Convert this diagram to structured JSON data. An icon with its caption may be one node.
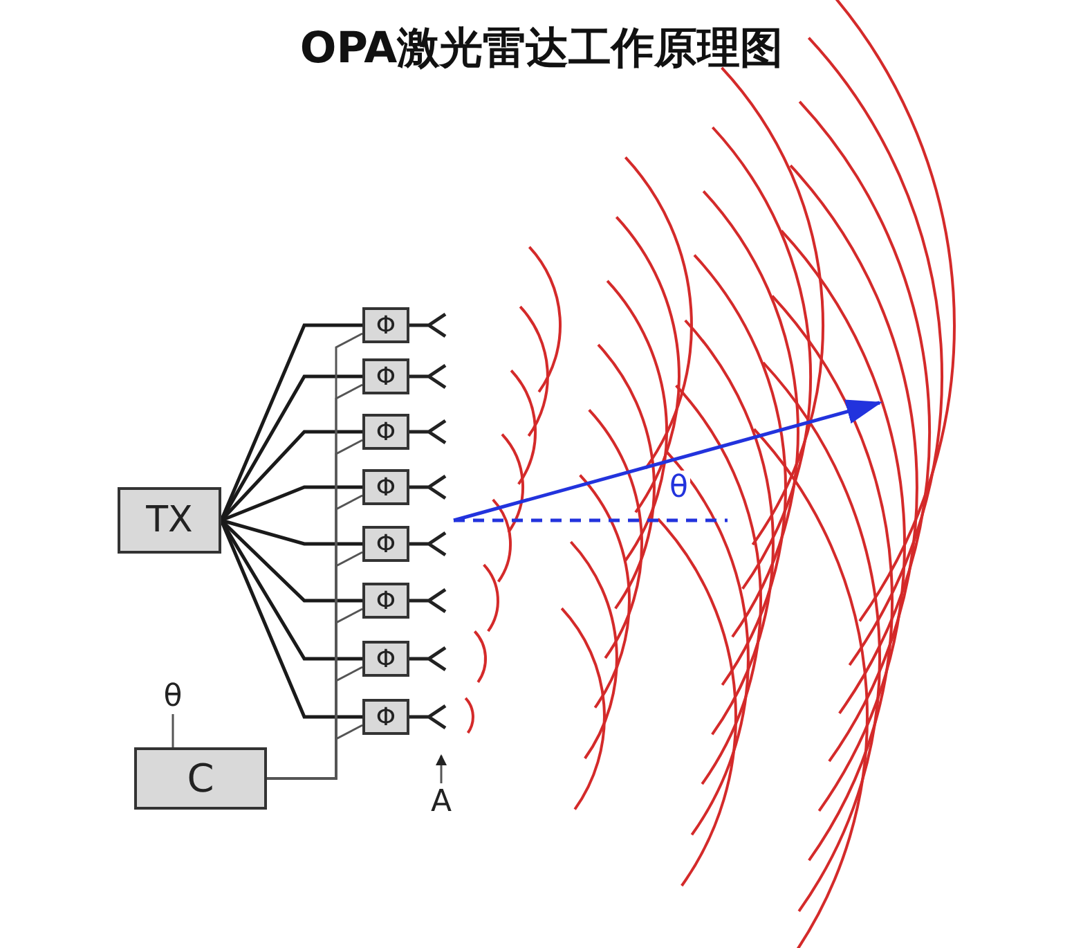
{
  "diagram": {
    "title": "OPA激光雷达工作原理图",
    "nodes": [
      {
        "text": [
          "TX"
        ]
      },
      {
        "text": [
          "Φ"
        ]
      },
      {
        "text": [
          "Φ"
        ]
      },
      {
        "text": [
          "Φ"
        ]
      },
      {
        "text": [
          "Φ"
        ]
      },
      {
        "text": [
          "Φ"
        ]
      },
      {
        "text": [
          "Φ"
        ]
      },
      {
        "text": [
          "Φ"
        ]
      },
      {
        "text": [
          "Φ"
        ]
      },
      {
        "text": [
          "C"
        ]
      },
      {
        "text": [
          "θ"
        ]
      },
      {
        "text": [
          "A"
        ]
      }
    ],
    "edges": [
      {
        "from": 0,
        "to": 1,
        "arrow": "none"
      },
      {
        "from": 0,
        "to": 2,
        "arrow": "none"
      },
      {
        "from": 0,
        "to": 3,
        "arrow": "none"
      },
      {
        "from": 0,
        "to": 4,
        "arrow": "none"
      },
      {
        "from": 0,
        "to": 5,
        "arrow": "none"
      },
      {
        "from": 0,
        "to": 6,
        "arrow": "none"
      },
      {
        "from": 0,
        "to": 7,
        "arrow": "none"
      },
      {
        "from": 0,
        "to": 8,
        "arrow": "none"
      },
      {
        "from": 9,
        "to": 1,
        "arrow": "none"
      },
      {
        "from": 9,
        "to": 2,
        "arrow": "none"
      },
      {
        "from": 9,
        "to": 3,
        "arrow": "none"
      },
      {
        "from": 9,
        "to": 4,
        "arrow": "none"
      },
      {
        "from": 9,
        "to": 5,
        "arrow": "none"
      },
      {
        "from": 9,
        "to": 6,
        "arrow": "none"
      },
      {
        "from": 9,
        "to": 7,
        "arrow": "none"
      },
      {
        "from": 9,
        "to": 8,
        "arrow": "none"
      },
      {
        "from": 10,
        "to": 9,
        "arrow": "none"
      },
      {
        "from": 11,
        "to": null,
        "arrow": "to"
      }
    ],
    "labels": [
      "θ"
    ]
  }
}
